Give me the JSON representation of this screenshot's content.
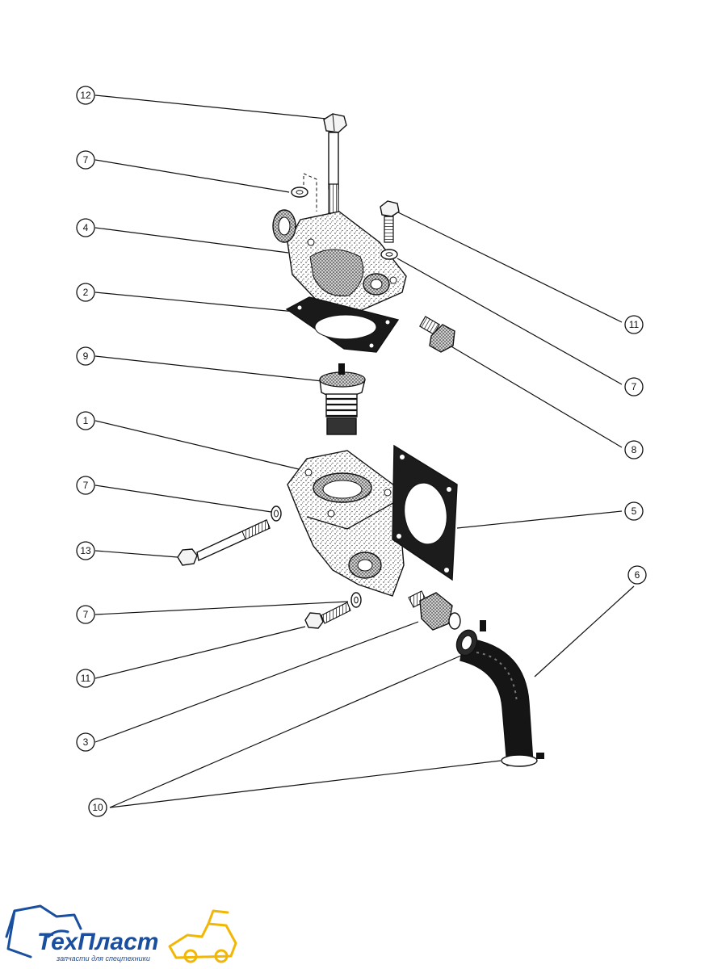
{
  "callouts": [
    {
      "id": "c12",
      "label": "12"
    },
    {
      "id": "c7a",
      "label": "7"
    },
    {
      "id": "c4",
      "label": "4"
    },
    {
      "id": "c2",
      "label": "2"
    },
    {
      "id": "c9",
      "label": "9"
    },
    {
      "id": "c1",
      "label": "1"
    },
    {
      "id": "c7b",
      "label": "7"
    },
    {
      "id": "c13",
      "label": "13"
    },
    {
      "id": "c7c",
      "label": "7"
    },
    {
      "id": "c11a",
      "label": "11"
    },
    {
      "id": "c3",
      "label": "3"
    },
    {
      "id": "c10",
      "label": "10"
    },
    {
      "id": "c11b",
      "label": "11"
    },
    {
      "id": "c7d",
      "label": "7"
    },
    {
      "id": "c8",
      "label": "8"
    },
    {
      "id": "c5",
      "label": "5"
    },
    {
      "id": "c6",
      "label": "6"
    }
  ],
  "logo": {
    "brand_part1": "Тех",
    "brand_part2": "Пласт",
    "tagline": "запчасти для спецтехники",
    "primary_color": "#1a4fa0",
    "accent_color": "#f2b705"
  }
}
